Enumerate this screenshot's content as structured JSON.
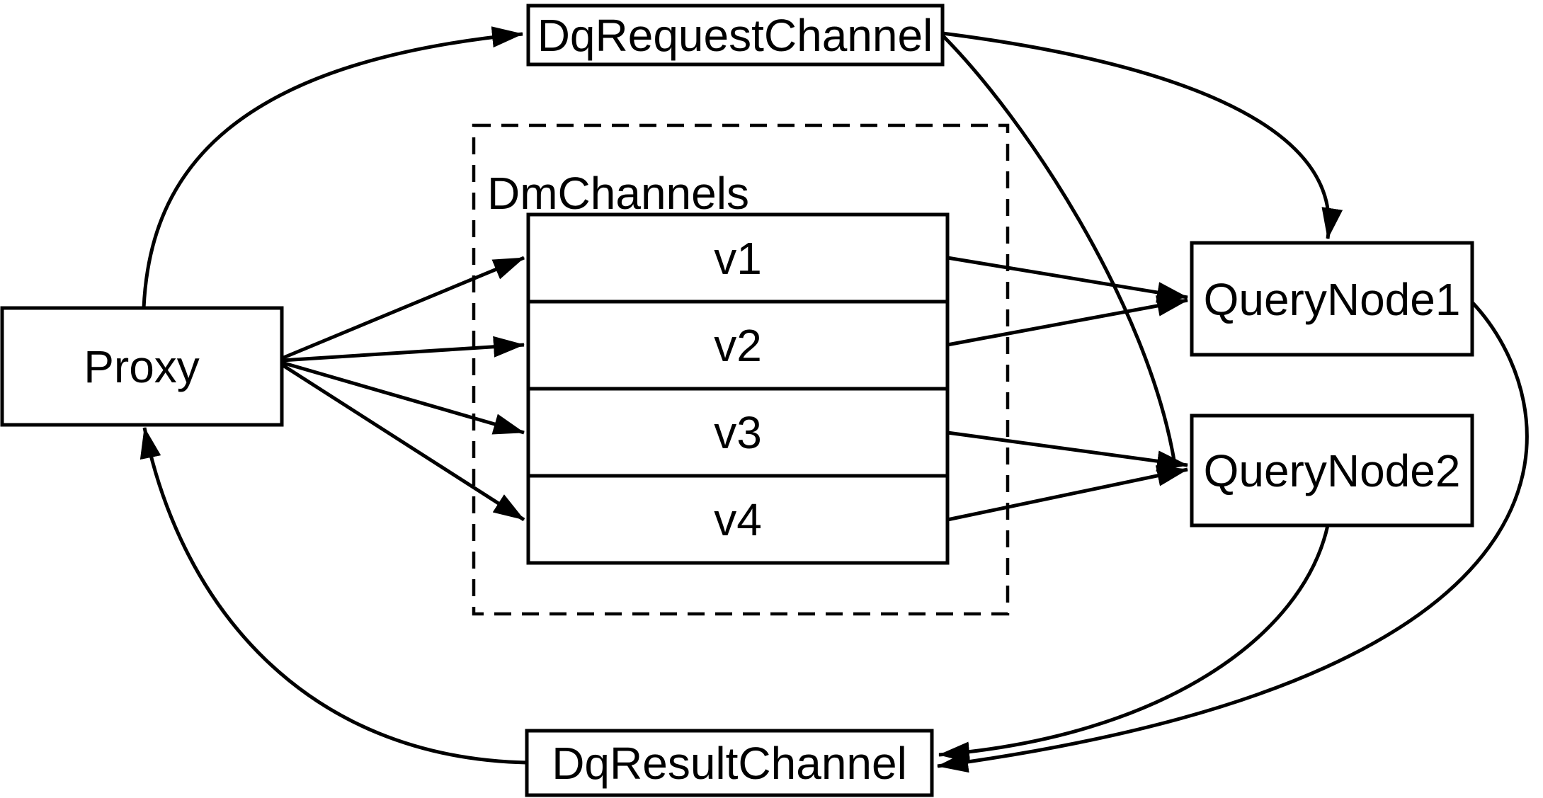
{
  "diagram": {
    "nodes": {
      "dq_request_channel": {
        "label": "DqRequestChannel"
      },
      "dm_channels_group": {
        "label": "DmChannels",
        "channels": [
          "v1",
          "v2",
          "v3",
          "v4"
        ]
      },
      "proxy": {
        "label": "Proxy"
      },
      "query_node_1": {
        "label": "QueryNode1"
      },
      "query_node_2": {
        "label": "QueryNode2"
      },
      "dq_result_channel": {
        "label": "DqResultChannel"
      }
    },
    "edges": [
      {
        "from": "Proxy",
        "to": "DqRequestChannel"
      },
      {
        "from": "Proxy",
        "to": "v1"
      },
      {
        "from": "Proxy",
        "to": "v2"
      },
      {
        "from": "Proxy",
        "to": "v3"
      },
      {
        "from": "Proxy",
        "to": "v4"
      },
      {
        "from": "v1",
        "to": "QueryNode1"
      },
      {
        "from": "v2",
        "to": "QueryNode1"
      },
      {
        "from": "v3",
        "to": "QueryNode2"
      },
      {
        "from": "v4",
        "to": "QueryNode2"
      },
      {
        "from": "DqRequestChannel",
        "to": "QueryNode1"
      },
      {
        "from": "DqRequestChannel",
        "to": "QueryNode2"
      },
      {
        "from": "QueryNode1",
        "to": "DqResultChannel"
      },
      {
        "from": "QueryNode2",
        "to": "DqResultChannel"
      },
      {
        "from": "DqResultChannel",
        "to": "Proxy"
      }
    ],
    "colors": {
      "stroke": "#000000",
      "node_fill": "#ffffff",
      "background": "#ffffff"
    }
  }
}
